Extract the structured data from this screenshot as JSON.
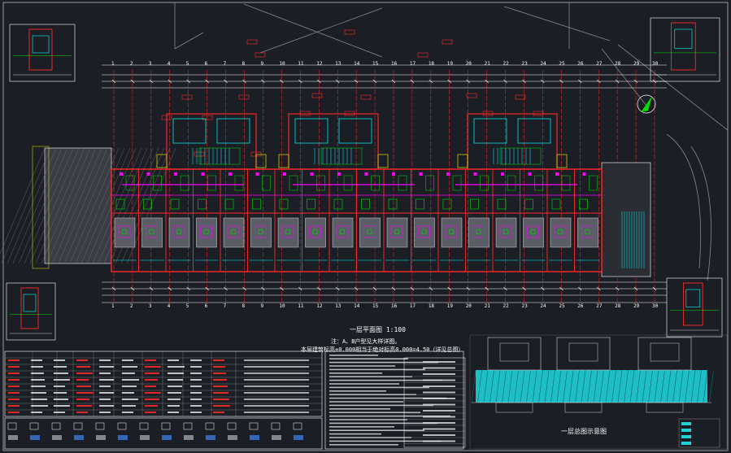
{
  "drawing": {
    "main_plan_title": "一层平面图 1:100",
    "note_line_1": "注：A、B户型见大样详图。",
    "note_line_2": "本层建筑标高±0.000相当于绝对标高0.000=4.50（详见总图）",
    "section_title": "一层总图示意图"
  },
  "axis_labels_top": [
    "1",
    "2",
    "3",
    "4",
    "5",
    "6",
    "7",
    "8",
    "9",
    "10",
    "11",
    "12",
    "13",
    "14",
    "15",
    "16",
    "17",
    "18",
    "19",
    "20",
    "21",
    "22",
    "23",
    "24",
    "25",
    "26",
    "27",
    "28",
    "29",
    "30"
  ],
  "axis_labels_bottom": [
    "1",
    "2",
    "3",
    "4",
    "5",
    "6",
    "7",
    "8",
    "9",
    "10",
    "11",
    "12",
    "13",
    "14",
    "15",
    "16",
    "17",
    "18",
    "19",
    "20",
    "21",
    "22",
    "23",
    "24",
    "25",
    "26",
    "27",
    "28",
    "29",
    "30"
  ],
  "colors": {
    "background": "#1b1e25",
    "wall": "#ff2a2a",
    "dimension": "#ffffff",
    "partition": "#ff00ff",
    "furniture": "#00e000",
    "stair": "#00ffff",
    "cyan_fill": "#1fd0d8",
    "hatch": "#777777"
  }
}
